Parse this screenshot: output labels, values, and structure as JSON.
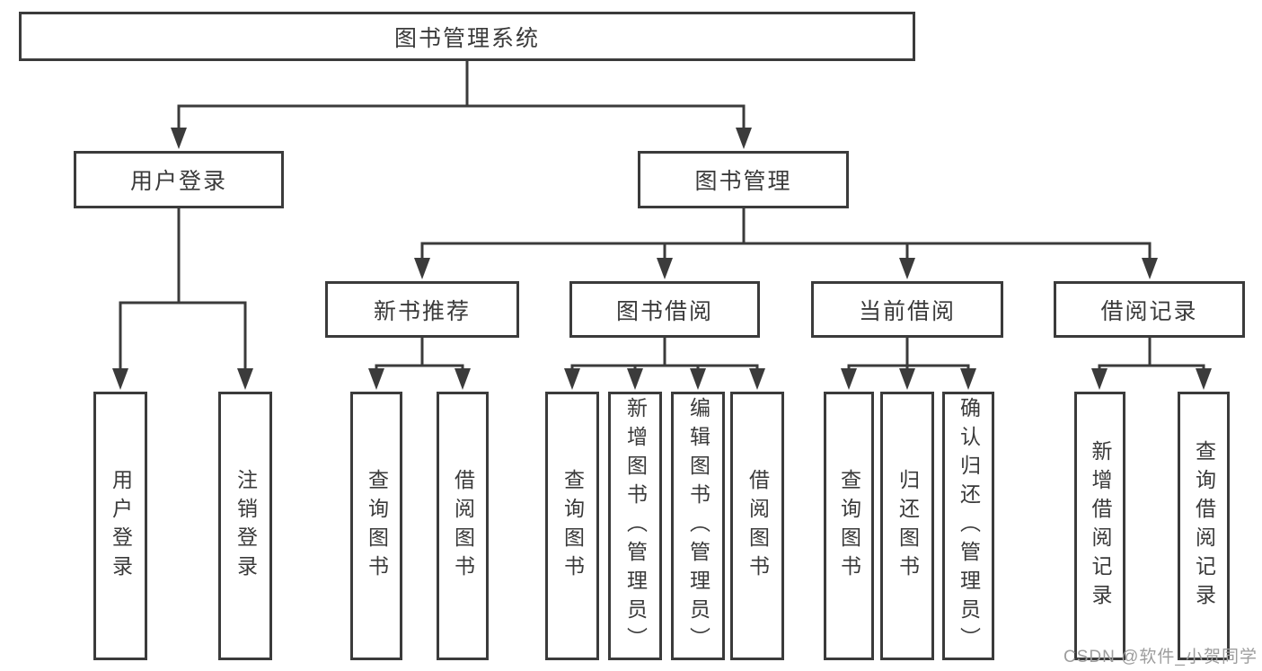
{
  "colors": {
    "line": "#3b3b3b",
    "text": "#3a3a3a",
    "watermark": "#9d9d9d",
    "bg": "#ffffff"
  },
  "tree": {
    "label": "图书管理系统",
    "children": [
      {
        "label": "用户登录",
        "children": [
          {
            "label": "用户登录"
          },
          {
            "label": "注销登录"
          }
        ]
      },
      {
        "label": "图书管理",
        "children": [
          {
            "label": "新书推荐",
            "children": [
              {
                "label": "查询图书"
              },
              {
                "label": "借阅图书"
              }
            ]
          },
          {
            "label": "图书借阅",
            "children": [
              {
                "label": "查询图书"
              },
              {
                "label": "新增图书（管理员）"
              },
              {
                "label": "编辑图书（管理员）"
              },
              {
                "label": "借阅图书"
              }
            ]
          },
          {
            "label": "当前借阅",
            "children": [
              {
                "label": "查询图书"
              },
              {
                "label": "归还图书"
              },
              {
                "label": "确认归还（管理员）"
              }
            ]
          },
          {
            "label": "借阅记录",
            "children": [
              {
                "label": "新增借阅记录"
              },
              {
                "label": "查询借阅记录"
              }
            ]
          }
        ]
      }
    ]
  },
  "watermark": {
    "text": "CSDN @软件_小贺同学"
  }
}
